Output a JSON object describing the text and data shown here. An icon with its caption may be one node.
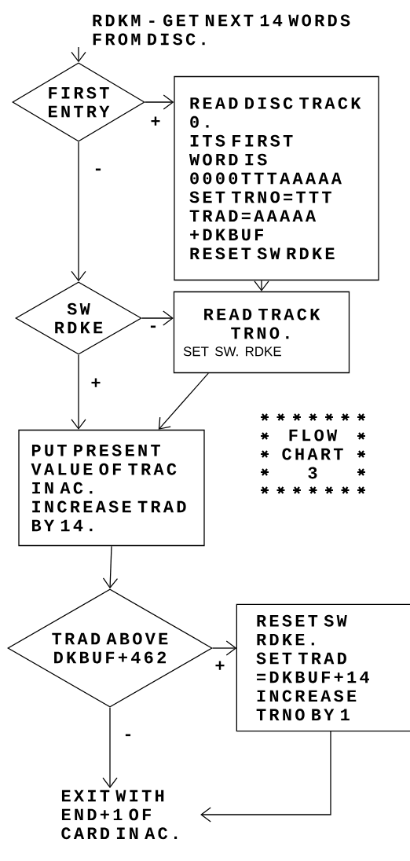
{
  "diagram": {
    "nodes": [
      {
        "text": [
          "RDKM - GET NEXT 14 WORDS FROM DISC."
        ]
      },
      {
        "text": [
          "FIRST ENTRY"
        ]
      },
      {
        "text": [
          "READ DISC TRACK 0.",
          "ITS FIRST WORD IS 0000TTTAAAAA",
          "SET TRNO=TTT TRAD=AAAAA +DKBUF",
          "RESET SW RDKE"
        ]
      },
      {
        "text": [
          "SW RDKE"
        ]
      },
      {
        "text": [
          "READ TRACK TRNO.",
          "SET SW. RDKE"
        ]
      },
      {
        "text": [
          "PUT PRESENT VALUE OF TRAC IN AC.",
          "INCREASE TRAD BY 14."
        ]
      },
      {
        "text": [
          "TRAD ABOVE DKBUF+462"
        ]
      },
      {
        "text": [
          "RESET SW RDKE.",
          "SET TRAD =DKBUF+14",
          "INCREASE TRNO BY 1"
        ]
      },
      {
        "text": [
          "EXIT WITH END+1 OF CARD IN AC."
        ]
      }
    ],
    "edges": [
      {
        "from": 0,
        "to": 1,
        "arrow": "to"
      },
      {
        "from": 1,
        "to": 2,
        "arrow": "to",
        "label": "+"
      },
      {
        "from": 1,
        "to": 3,
        "arrow": "to",
        "label": "-"
      },
      {
        "from": 2,
        "to": 4,
        "arrow": "to"
      },
      {
        "from": 3,
        "to": 4,
        "arrow": "to",
        "label": "-"
      },
      {
        "from": 3,
        "to": 5,
        "arrow": "to",
        "label": "+"
      },
      {
        "from": 4,
        "to": 5,
        "arrow": "to"
      },
      {
        "from": 5,
        "to": 6,
        "arrow": "to"
      },
      {
        "from": 6,
        "to": 7,
        "arrow": "to",
        "label": "+"
      },
      {
        "from": 6,
        "to": 8,
        "arrow": "to",
        "label": "-"
      },
      {
        "from": 7,
        "to": 8,
        "arrow": "to"
      }
    ],
    "labels": [
      "FLOW CHART 3"
    ]
  }
}
